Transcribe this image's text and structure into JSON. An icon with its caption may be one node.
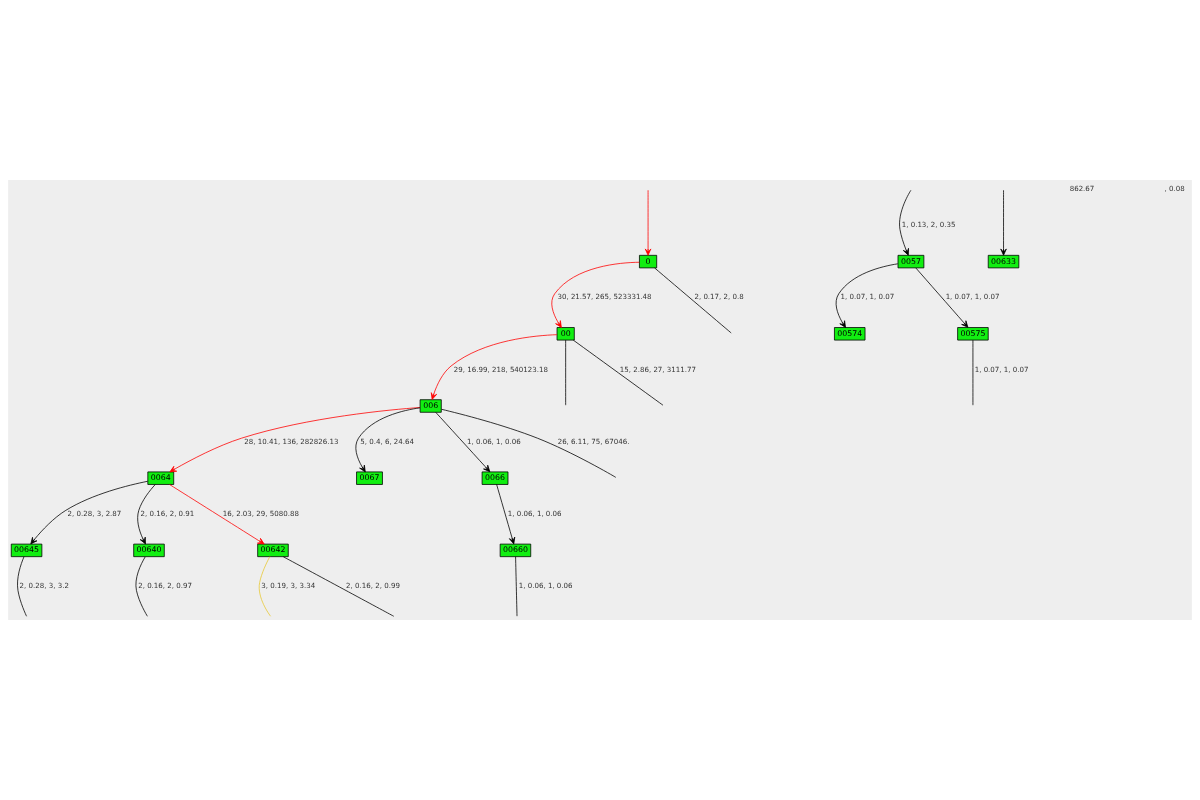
{
  "diagram": {
    "nodes": [
      {
        "text": [
          "0"
        ]
      },
      {
        "text": [
          "00"
        ]
      },
      {
        "text": [
          "006"
        ]
      },
      {
        "text": [
          "0057"
        ]
      },
      {
        "text": [
          "0064"
        ]
      },
      {
        "text": [
          "0067"
        ]
      },
      {
        "text": [
          "0066"
        ]
      },
      {
        "text": [
          "00574"
        ]
      },
      {
        "text": [
          "00575"
        ]
      },
      {
        "text": [
          "00645"
        ]
      },
      {
        "text": [
          "00640"
        ]
      },
      {
        "text": [
          "00642"
        ]
      },
      {
        "text": [
          "00660"
        ]
      },
      {
        "text": [
          "00633"
        ]
      }
    ],
    "edges": [
      {
        "from": 0,
        "to": null,
        "arrow": "none",
        "label": "2, 0.17, 2, 0.8"
      },
      {
        "from": null,
        "to": 0,
        "arrow": "to",
        "color": "#ff0000"
      },
      {
        "from": 0,
        "to": 1,
        "arrow": "to",
        "label": "30, 21.57, 265, 523331.48",
        "color": "#ff0000"
      },
      {
        "from": 1,
        "to": null,
        "arrow": "none",
        "label": "15, 2.86, 27, 3111.77"
      },
      {
        "from": 1,
        "to": null,
        "arrow": "none"
      },
      {
        "from": 1,
        "to": 2,
        "arrow": "to",
        "label": "29, 16.99, 218, 540123.18",
        "color": "#ff0000"
      },
      {
        "from": null,
        "to": 3,
        "arrow": "to",
        "label": "1, 0.13, 2, 0.35"
      },
      {
        "from": 2,
        "to": 4,
        "arrow": "to",
        "label": "28, 10.41, 136, 282826.13",
        "color": "#ff0000"
      },
      {
        "from": 2,
        "to": 5,
        "arrow": "to",
        "label": "5, 0.4, 6, 24.64"
      },
      {
        "from": 2,
        "to": 6,
        "arrow": "to",
        "label": "1, 0.06, 1, 0.06"
      },
      {
        "from": 2,
        "to": null,
        "arrow": "none",
        "label": "26, 6.11, 75, 67046."
      },
      {
        "from": 3,
        "to": 7,
        "arrow": "to",
        "label": "1, 0.07, 1, 0.07"
      },
      {
        "from": 3,
        "to": 8,
        "arrow": "to",
        "label": "1, 0.07, 1, 0.07"
      },
      {
        "from": 4,
        "to": 9,
        "arrow": "to",
        "label": "2, 0.28, 3, 2.87"
      },
      {
        "from": 4,
        "to": 10,
        "arrow": "to",
        "label": "2, 0.16, 2, 0.91"
      },
      {
        "from": 4,
        "to": 11,
        "arrow": "to",
        "label": "16, 2.03, 29, 5080.88",
        "color": "#ff0000"
      },
      {
        "from": 6,
        "to": 12,
        "arrow": "to",
        "label": "1, 0.06, 1, 0.06"
      },
      {
        "from": null,
        "to": 13,
        "arrow": "to"
      },
      {
        "from": 8,
        "to": null,
        "arrow": "none",
        "label": "1, 0.07, 1, 0.07"
      },
      {
        "from": 9,
        "to": null,
        "arrow": "none",
        "label": "2, 0.28, 3, 3.2"
      },
      {
        "from": 10,
        "to": null,
        "arrow": "none",
        "label": "2, 0.16, 2, 0.97"
      },
      {
        "from": 11,
        "to": null,
        "arrow": "none",
        "label": "2, 0.16, 2, 0.99"
      },
      {
        "from": 11,
        "to": null,
        "arrow": "none",
        "label": "3, 0.19, 3, 3.34",
        "color": "#e8c832"
      },
      {
        "from": 12,
        "to": null,
        "arrow": "none",
        "label": "1, 0.06, 1, 0.06"
      }
    ],
    "labels": [
      "862.67",
      ", 0.08"
    ]
  }
}
